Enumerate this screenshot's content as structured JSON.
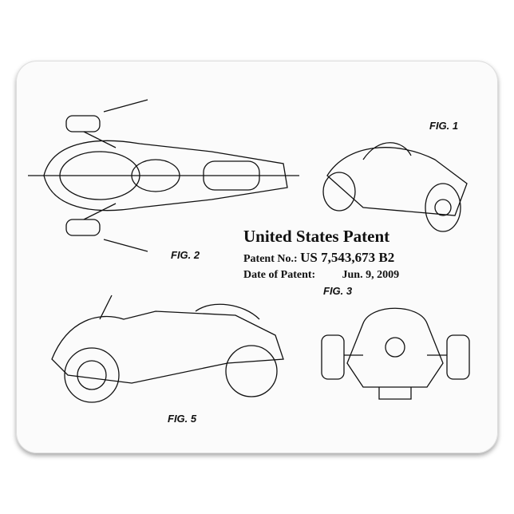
{
  "patent": {
    "title": "United States Patent",
    "number_label": "Patent No.:",
    "number": "US 7,543,673 B2",
    "date_label": "Date of Patent:",
    "date": "Jun. 9, 2009"
  },
  "figures": [
    {
      "label": "FIG. 1"
    },
    {
      "label": "FIG. 2"
    },
    {
      "label": "FIG. 3"
    },
    {
      "label": "FIG. 5"
    }
  ],
  "colors": {
    "ink": "#111111",
    "pad": "#fbfbfb"
  }
}
